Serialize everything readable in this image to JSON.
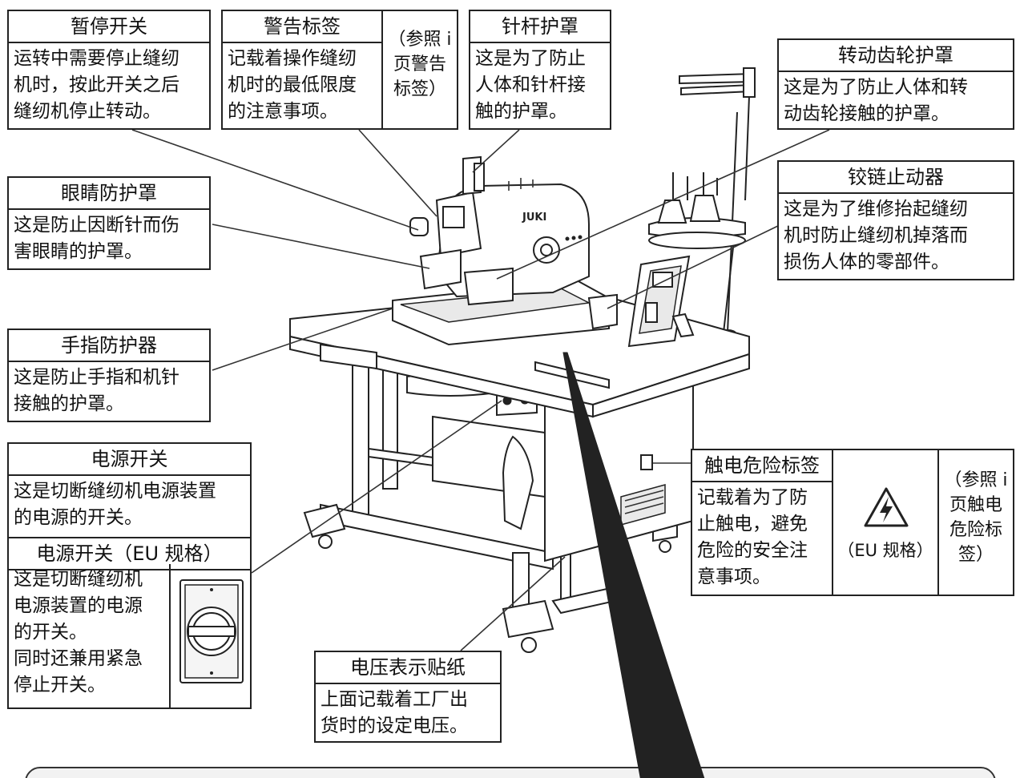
{
  "labels": {
    "stop_switch": {
      "title": "暂停开关",
      "text": "运转中需要停止缝纫\n机时，按此开关之后\n缝纫机停止转动。"
    },
    "warning_label": {
      "title": "警告标签",
      "text": "记载着操作缝纫\n机时的最低限度\n的注意事项。",
      "ref": "（参照 i\n页警告\n标签）"
    },
    "needle_bar_cover": {
      "title": "针杆护罩",
      "text": "这是为了防止\n人体和针杆接\n触的护罩。"
    },
    "gear_cover": {
      "title": "转动齿轮护罩",
      "text": "这是为了防止人体和转\n动齿轮接触的护罩。"
    },
    "eye_guard": {
      "title": "眼睛防护罩",
      "text": "这是防止因断针而伤\n害眼睛的护罩。"
    },
    "hinge_stopper": {
      "title": "铰链止动器",
      "text": "这是为了维修抬起缝纫\n机时防止缝纫机掉落而\n损伤人体的零部件。"
    },
    "finger_guard": {
      "title": "手指防护器",
      "text": "这是防止手指和机针\n接触的护罩。"
    },
    "power_switch": {
      "title": "电源开关",
      "text": "这是切断缝纫机电源装置\n的电源的开关。"
    },
    "power_switch_eu": {
      "title": "电源开关（EU 规格）",
      "text": "这是切断缝纫机\n电源装置的电源\n的开关。\n同时还兼用紧急\n停止开关。"
    },
    "shock_label": {
      "title": "触电危险标签",
      "text": "记载着为了防\n止触电，避免\n危险的安全注\n意事项。",
      "eu": "（EU 规格）",
      "ref": "（参照 i\n页触电\n危险标\n签）"
    },
    "voltage_sticker": {
      "title": "电压表示贴纸",
      "text": "上面记载着工厂出\n货时的设定电压。"
    }
  },
  "machine": {
    "brand": "JUKI"
  },
  "icons": {
    "shock": "high-voltage-warning-icon",
    "eu_switch": "rotary-switch-icon"
  }
}
